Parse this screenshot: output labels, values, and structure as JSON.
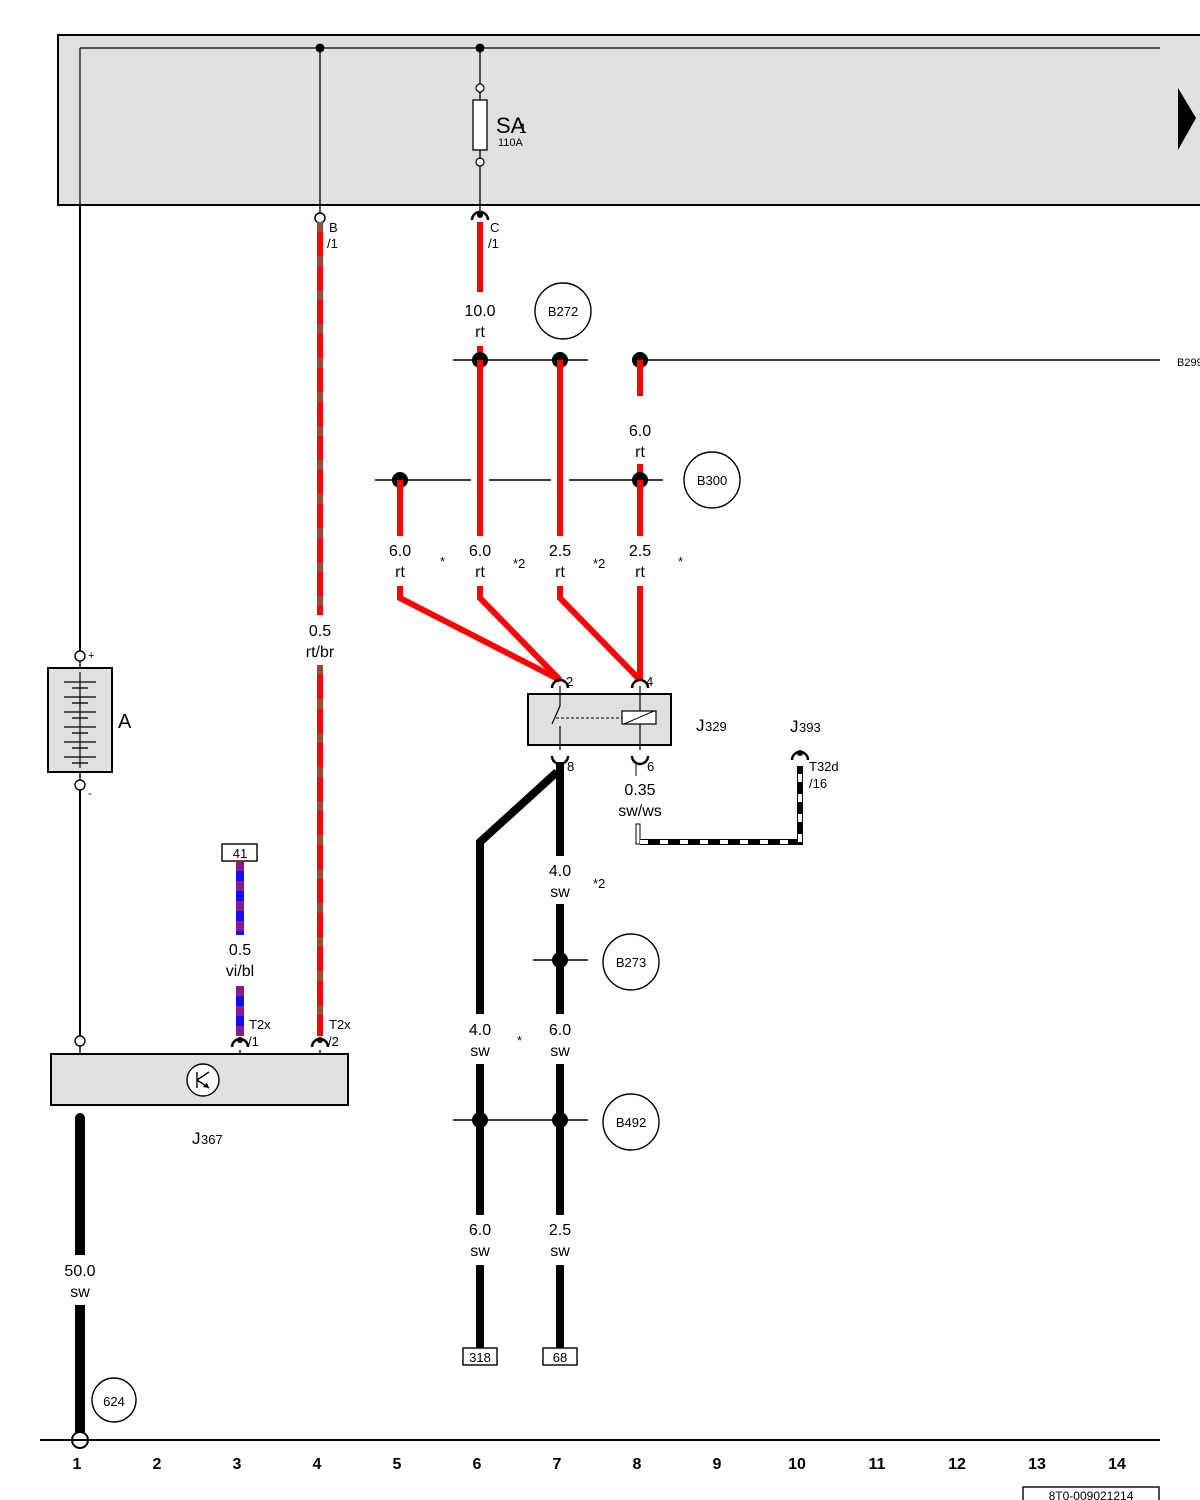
{
  "fuse_panel": {
    "fuse_name": "SA",
    "fuse_sub": "1",
    "fuse_rating": "110A",
    "arrow_icon": "continuation-arrow"
  },
  "terminals": {
    "b_top": "B",
    "b_bot": "/1",
    "c_top": "C",
    "c_bot": "/1",
    "t2x1_top": "T2x",
    "t2x1_bot": "/1",
    "t2x2_top": "T2x",
    "t2x2_bot": "/2",
    "t32d_top": "T32d",
    "t32d_bot": "/16",
    "j329_p2": "2",
    "j329_p4": "4",
    "j329_p8": "8",
    "j329_p6": "6"
  },
  "wires": [
    {
      "size": "0.5",
      "color": "rt/br"
    },
    {
      "size": "10.0",
      "color": "rt"
    },
    {
      "size": "6.0",
      "color": "rt"
    },
    {
      "size": "6.0",
      "color": "rt"
    },
    {
      "size": "6.0",
      "color": "rt"
    },
    {
      "size": "2.5",
      "color": "rt"
    },
    {
      "size": "2.5",
      "color": "rt"
    },
    {
      "size": "0.35",
      "color": "sw/ws"
    },
    {
      "size": "4.0",
      "color": "sw"
    },
    {
      "size": "0.5",
      "color": "vi/bl"
    },
    {
      "size": "4.0",
      "color": "sw"
    },
    {
      "size": "6.0",
      "color": "sw"
    },
    {
      "size": "6.0",
      "color": "sw"
    },
    {
      "size": "2.5",
      "color": "sw"
    },
    {
      "size": "50.0",
      "color": "sw"
    }
  ],
  "footnotes": {
    "a": "*",
    "b": "*2",
    "c": "*2",
    "d": "*",
    "e": "*2",
    "f": "*"
  },
  "connections": {
    "b272": "B272",
    "b300": "B300",
    "b273": "B273",
    "b492": "B492",
    "b299": "B299",
    "g624": "624"
  },
  "components": {
    "battery": "A",
    "battery_plus": "+",
    "battery_minus": "-",
    "j329_main": "J",
    "j329_sub": "329",
    "j393_main": "J",
    "j393_sub": "393",
    "j367_main": "J",
    "j367_sub": "367"
  },
  "ref_boxes": {
    "r41": "41",
    "r318": "318",
    "r68": "68"
  },
  "tracks": [
    "1",
    "2",
    "3",
    "4",
    "5",
    "6",
    "7",
    "8",
    "9",
    "10",
    "11",
    "12",
    "13",
    "14"
  ],
  "doc_id": "8T0-009021214",
  "colors": {
    "panel": "#e0e0e0",
    "rt": "#ff0000",
    "br_dash": "#9c4a3c",
    "vi": "#8b1a8b",
    "bl": "#1010ff",
    "sw": "#000000"
  }
}
